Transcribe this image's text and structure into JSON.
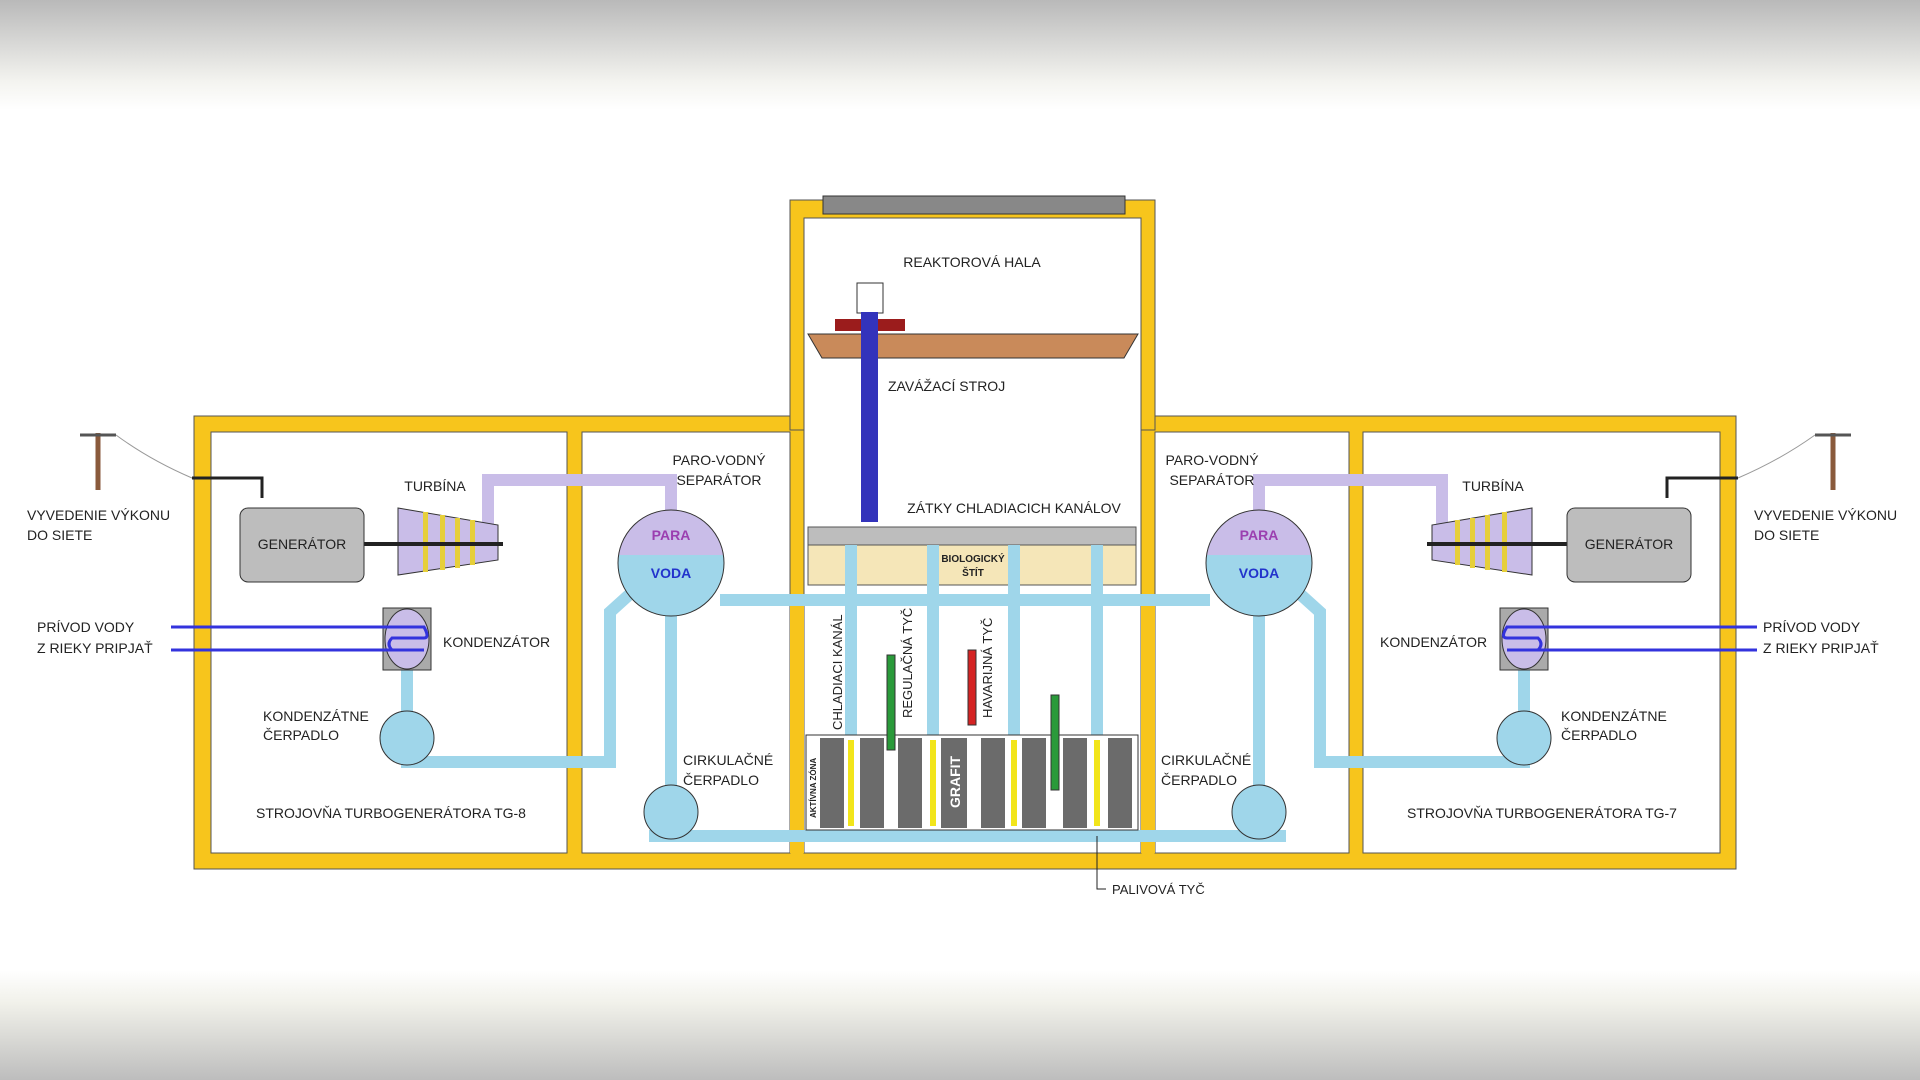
{
  "labels": {
    "reactor_hall": "REAKTOROVÁ HALA",
    "loading_machine": "ZAVÁŽACÍ STROJ",
    "channel_caps": "ZÁTKY CHLADIACICH KANÁLOV",
    "bio_shield_1": "BIOLOGICKÝ",
    "bio_shield_2": "ŠTÍT",
    "cooling_channel": "CHLADIACI KANÁL",
    "control_rod": "REGULAČNÁ TYČ",
    "emergency_rod": "HAVARIJNÁ TYČ",
    "graphite": "GRAFIT",
    "active_zone": "AKTÍVNA ZÓNA",
    "fuel_rod": "PALIVOVÁ TYČ",
    "separator_1": "PARO-VODNÝ",
    "separator_2": "SEPARÁTOR",
    "steam": "PARA",
    "water": "VODA",
    "turbine": "TURBÍNA",
    "generator": "GENERÁTOR",
    "power_out_1": "VYVEDENIE VÝKONU",
    "power_out_2": "DO SIETE",
    "water_in_1": "PRÍVOD VODY",
    "water_in_2": "Z RIEKY PRIPJAŤ",
    "condenser": "KONDENZÁTOR",
    "cond_pump_1": "KONDENZÁTNE",
    "cond_pump_2": "ČERPADLO",
    "circ_pump_1": "CIRKULAČNÉ",
    "circ_pump_2": "ČERPADLO",
    "hall_left": "STROJOVŇA TURBOGENERÁTORA TG-8",
    "hall_right": "STROJOVŇA TURBOGENERÁTORA  TG-7"
  },
  "colors": {
    "wall": "#f7c51c",
    "steam": "#c9bde8",
    "water": "#9fd6ea",
    "river_water": "#3333dd",
    "graphite": "#6b6b6b",
    "fuel": "#f2e51a",
    "control_rod": "#2a9a3a",
    "emergency_rod": "#d42323",
    "shield": "#f5e6b8"
  }
}
